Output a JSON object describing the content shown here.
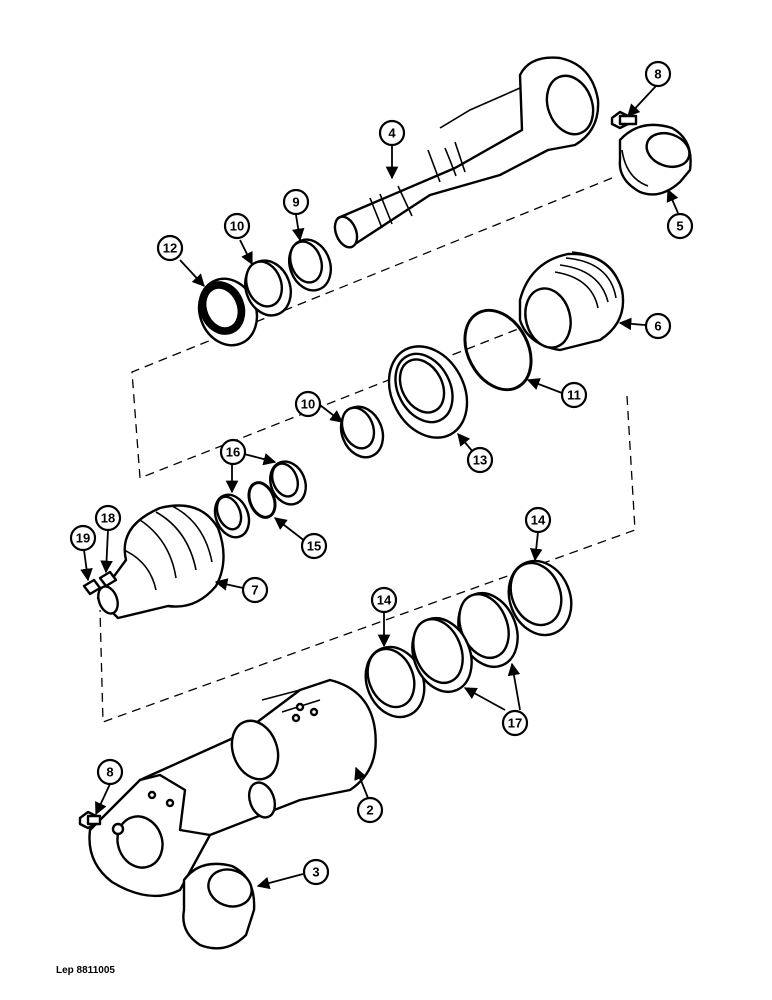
{
  "diagram": {
    "callouts": [
      {
        "id": "c8a",
        "label": "8"
      },
      {
        "id": "c4",
        "label": "4"
      },
      {
        "id": "c5",
        "label": "5"
      },
      {
        "id": "c10a",
        "label": "10"
      },
      {
        "id": "c9",
        "label": "9"
      },
      {
        "id": "c12",
        "label": "12"
      },
      {
        "id": "c6",
        "label": "6"
      },
      {
        "id": "c11",
        "label": "11"
      },
      {
        "id": "c10b",
        "label": "10"
      },
      {
        "id": "c13",
        "label": "13"
      },
      {
        "id": "c16",
        "label": "16"
      },
      {
        "id": "c15",
        "label": "15"
      },
      {
        "id": "c19",
        "label": "19"
      },
      {
        "id": "c18",
        "label": "18"
      },
      {
        "id": "c7",
        "label": "7"
      },
      {
        "id": "c14a",
        "label": "14"
      },
      {
        "id": "c14b",
        "label": "14"
      },
      {
        "id": "c17",
        "label": "17"
      },
      {
        "id": "c8b",
        "label": "8"
      },
      {
        "id": "c2",
        "label": "2"
      },
      {
        "id": "c3",
        "label": "3"
      }
    ],
    "reference_code": "Lep 8811005"
  }
}
